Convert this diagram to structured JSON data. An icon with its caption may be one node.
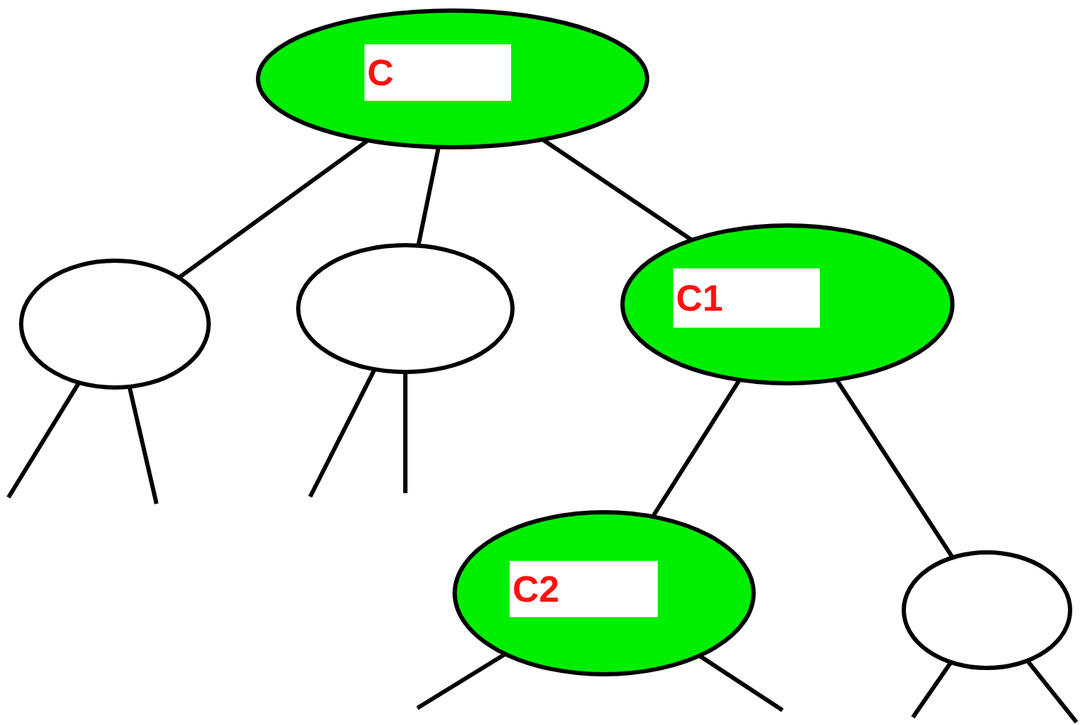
{
  "diagram": {
    "nodes": [
      {
        "text": [
          "C"
        ]
      },
      {
        "text": [],
        "shape": "ellipse"
      },
      {
        "text": [],
        "shape": "ellipse"
      },
      {
        "text": [
          "C1"
        ]
      },
      {
        "text": [
          "C2"
        ]
      },
      {
        "text": [],
        "shape": "ellipse"
      }
    ],
    "edges": [
      {
        "from": 0,
        "to": 1,
        "arrow": "none"
      },
      {
        "from": 0,
        "to": 2,
        "arrow": "none"
      },
      {
        "from": 0,
        "to": 3,
        "arrow": "none"
      },
      {
        "from": 3,
        "to": 4,
        "arrow": "none"
      },
      {
        "from": 3,
        "to": 5,
        "arrow": "none"
      },
      {
        "from": 1,
        "to": null,
        "arrow": "none"
      },
      {
        "from": 1,
        "to": null,
        "arrow": "none"
      },
      {
        "from": 2,
        "to": null,
        "arrow": "none"
      },
      {
        "from": 2,
        "to": null,
        "arrow": "none"
      },
      {
        "from": 4,
        "to": null,
        "arrow": "none"
      },
      {
        "from": 4,
        "to": null,
        "arrow": "none"
      },
      {
        "from": 5,
        "to": null,
        "arrow": "none"
      },
      {
        "from": 5,
        "to": null,
        "arrow": "none"
      }
    ]
  }
}
